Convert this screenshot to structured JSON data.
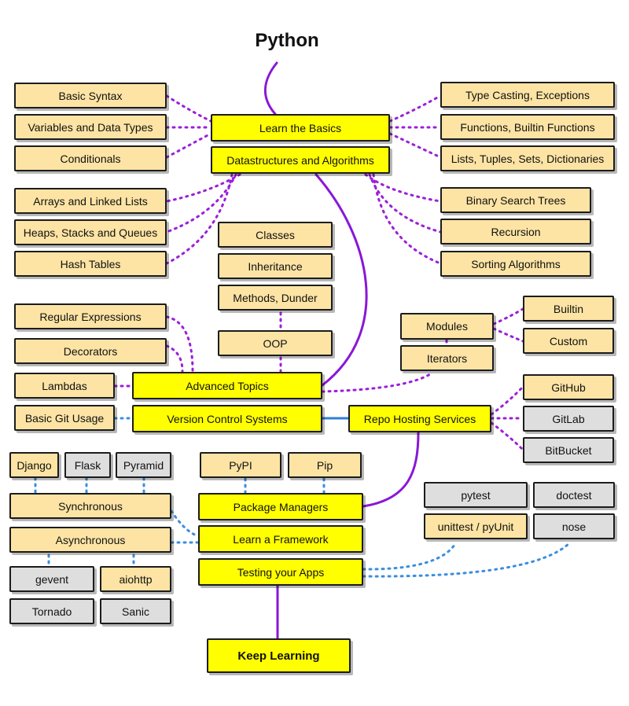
{
  "title": "Python",
  "colors": {
    "main": "#ffff00",
    "sub": "#fde4a4",
    "alt": "#dedede",
    "spine": "#8a17d8",
    "dotted_purple": "#9b1fd9",
    "dotted_blue": "#3a8ee0",
    "solid_blue": "#2f7fd4"
  },
  "nodes": {
    "learn_basics": "Learn the Basics",
    "ds_algorithms": "Datastructures and Algorithms",
    "advanced_topics": "Advanced Topics",
    "vcs": "Version Control Systems",
    "repo_hosting": "Repo Hosting Services",
    "package_managers": "Package Managers",
    "learn_framework": "Learn a Framework",
    "testing": "Testing your Apps",
    "keep_learning": "Keep Learning",
    "basic_syntax": "Basic Syntax",
    "variables": "Variables and Data Types",
    "conditionals": "Conditionals",
    "type_casting": "Type Casting, Exceptions",
    "functions": "Functions, Builtin Functions",
    "lists_tuples": "Lists, Tuples, Sets, Dictionaries",
    "arrays": "Arrays and Linked Lists",
    "heaps": "Heaps, Stacks and Queues",
    "hash_tables": "Hash Tables",
    "bst": "Binary Search Trees",
    "recursion": "Recursion",
    "sorting": "Sorting Algorithms",
    "classes": "Classes",
    "inheritance": "Inheritance",
    "methods_dunder": "Methods, Dunder",
    "oop": "OOP",
    "regex": "Regular Expressions",
    "decorators": "Decorators",
    "lambdas": "Lambdas",
    "modules": "Modules",
    "builtin": "Builtin",
    "custom": "Custom",
    "iterators": "Iterators",
    "basic_git": "Basic Git Usage",
    "github": "GitHub",
    "gitlab": "GitLab",
    "bitbucket": "BitBucket",
    "django": "Django",
    "flask": "Flask",
    "pyramid": "Pyramid",
    "synchronous": "Synchronous",
    "asynchronous": "Asynchronous",
    "gevent": "gevent",
    "aiohttp": "aiohttp",
    "tornado": "Tornado",
    "sanic": "Sanic",
    "pypi": "PyPI",
    "pip": "Pip",
    "pytest": "pytest",
    "doctest": "doctest",
    "unittest": "unittest / pyUnit",
    "nose": "nose"
  }
}
